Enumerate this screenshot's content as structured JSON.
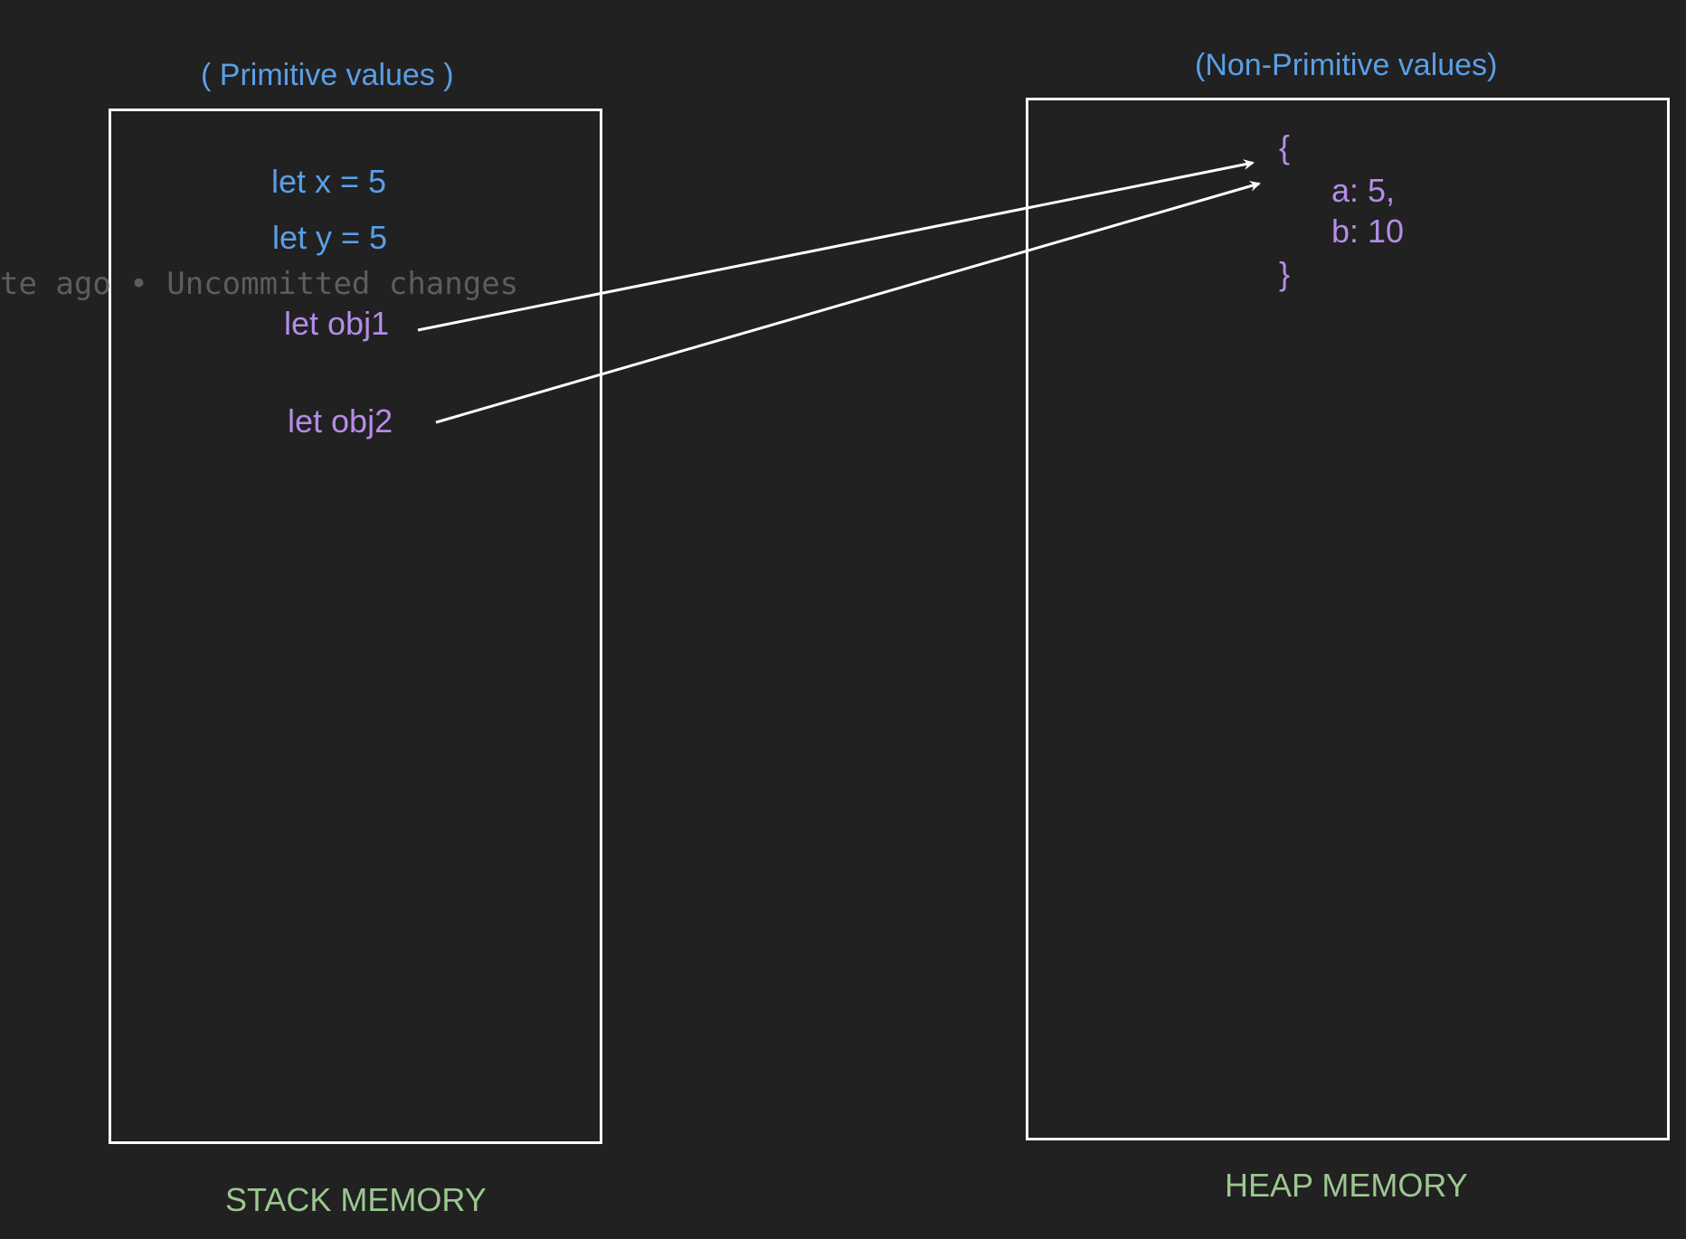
{
  "stack": {
    "heading": "( Primitive values )",
    "footer": "STACK MEMORY",
    "items": {
      "x": "let x = 5",
      "y": "let y = 5",
      "obj1": "let obj1",
      "obj2": "let obj2"
    }
  },
  "heap": {
    "heading": "(Non-Primitive values)",
    "footer": "HEAP MEMORY",
    "object": {
      "open": "{",
      "a": "a: 5,",
      "b": "b: 10",
      "close": "}"
    }
  },
  "inline_blame": "te ago • Uncommitted changes",
  "colors": {
    "background": "#212121",
    "box_border": "#ffffff",
    "primitive_text": "#5a9fe6",
    "reference_text": "#b58ce8",
    "footer_text": "#9cc790",
    "arrow": "#ffffff",
    "blame_text": "#5d5d5d"
  }
}
